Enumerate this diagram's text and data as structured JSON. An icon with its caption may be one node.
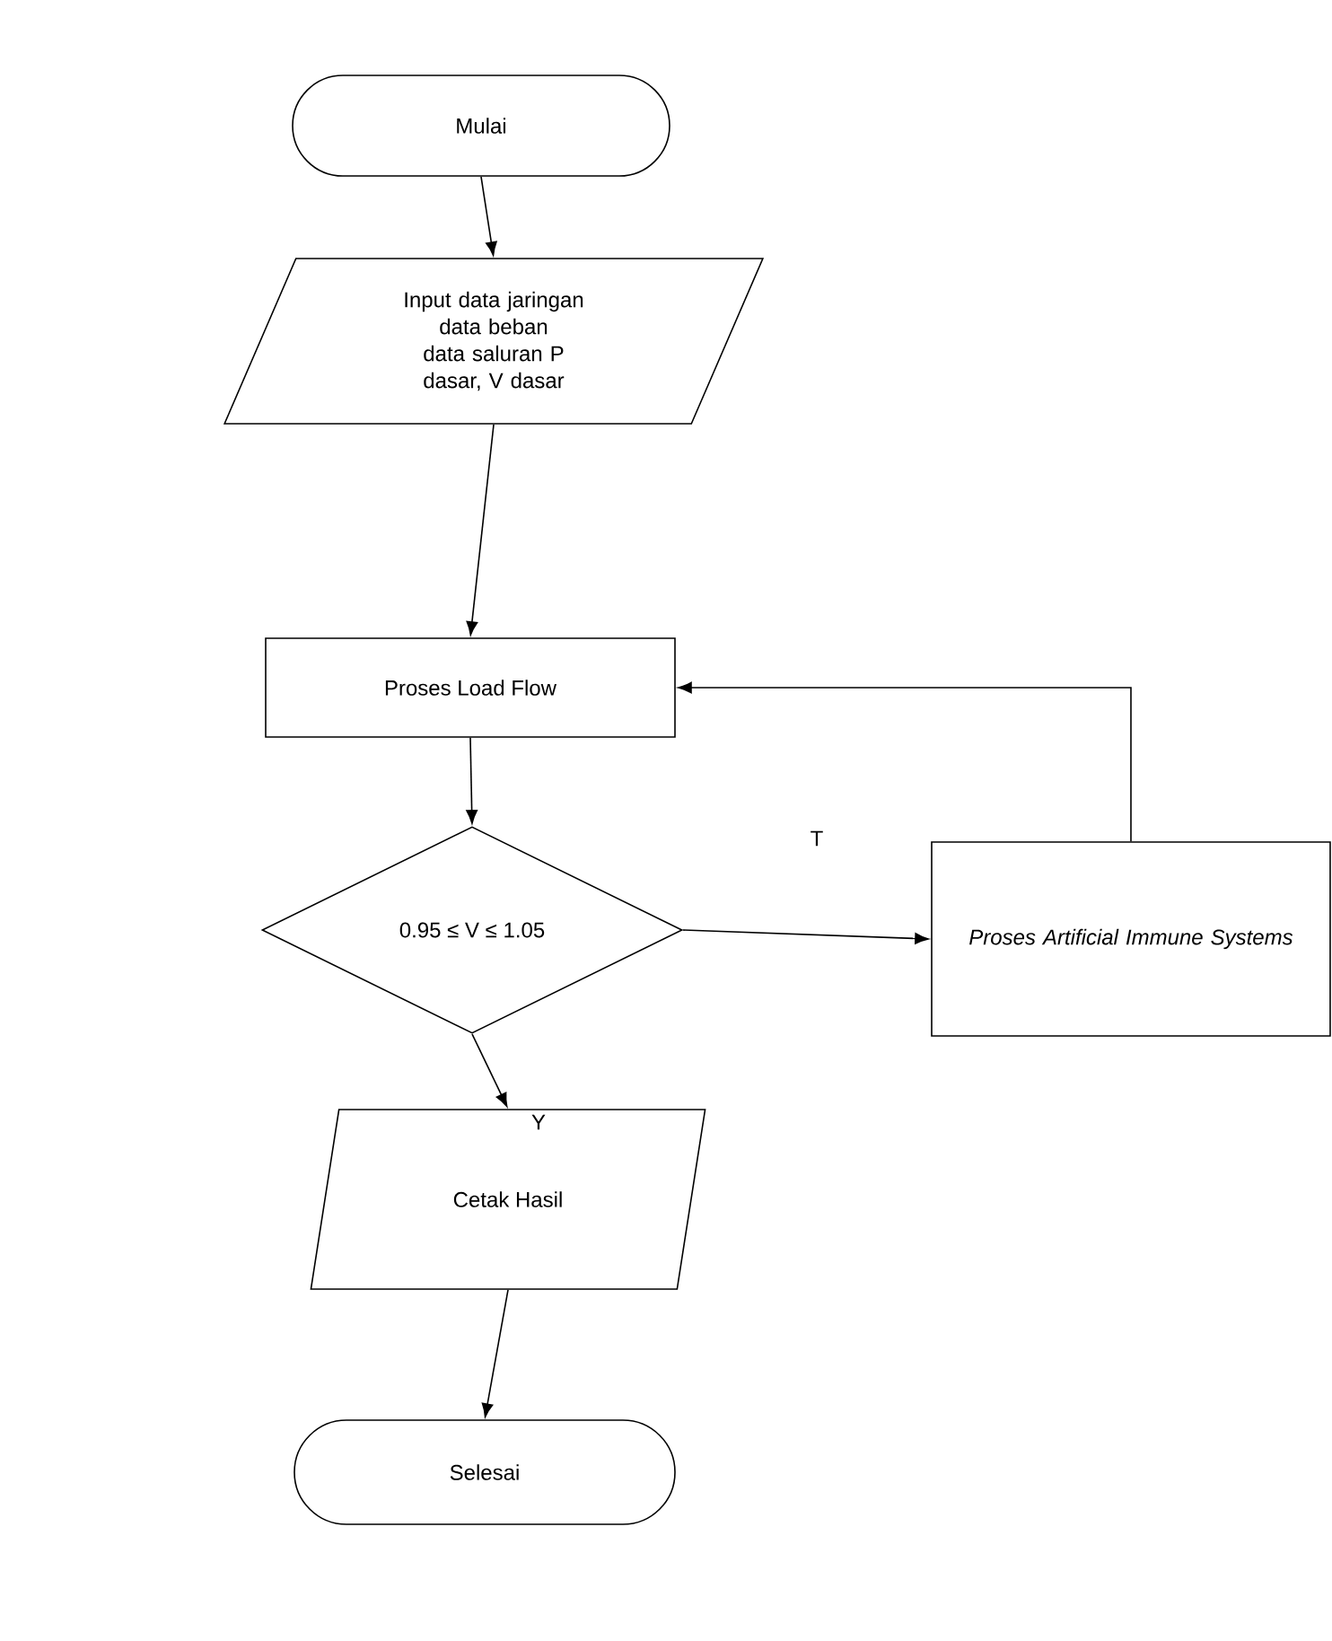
{
  "diagram": {
    "nodes": [
      {
        "text": [
          "Mulai"
        ]
      },
      {
        "text": [
          "Input data jaringan data beban data saluran P dasar, V dasar"
        ]
      },
      {
        "text": [
          "Proses Load Flow"
        ]
      },
      {
        "text": [
          "0.95 ≤ V ≤ 1.05"
        ]
      },
      {
        "text": [
          "Proses Artificial Immune Systems"
        ]
      },
      {
        "text": [
          "Cetak Hasil"
        ]
      },
      {
        "text": [
          "Selesai"
        ]
      }
    ],
    "edges": [
      {
        "from": 0,
        "to": 1,
        "arrow": "to"
      },
      {
        "from": 1,
        "to": 2,
        "arrow": "to"
      },
      {
        "from": 2,
        "to": 3,
        "arrow": "to"
      },
      {
        "from": 3,
        "to": 4,
        "arrow": "to",
        "label": "T"
      },
      {
        "from": 4,
        "to": 2,
        "arrow": "to"
      },
      {
        "from": 3,
        "to": 5,
        "arrow": "to",
        "label": "Y"
      },
      {
        "from": 5,
        "to": 6,
        "arrow": "to"
      }
    ]
  }
}
